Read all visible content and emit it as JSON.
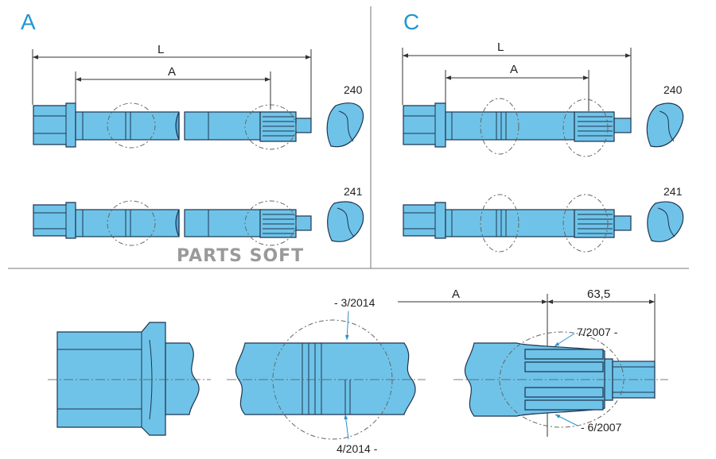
{
  "sections": {
    "a": "A",
    "c": "C"
  },
  "dims": {
    "L": "L",
    "A": "A",
    "length_63_5": "63,5"
  },
  "profiles": {
    "p240": "240",
    "p241": "241"
  },
  "watermark": "PARTS SOFT",
  "dates": {
    "d_3_2014": "- 3/2014",
    "d_4_2014": "4/2014 -",
    "d_7_2007": "7/2007 -",
    "d_6_2007": "- 6/2007"
  },
  "colors": {
    "shaft": "#6fc3e8",
    "shaft_dark": "#4aa9d9",
    "outline": "#1f3550",
    "section_letter": "#2196d3"
  }
}
